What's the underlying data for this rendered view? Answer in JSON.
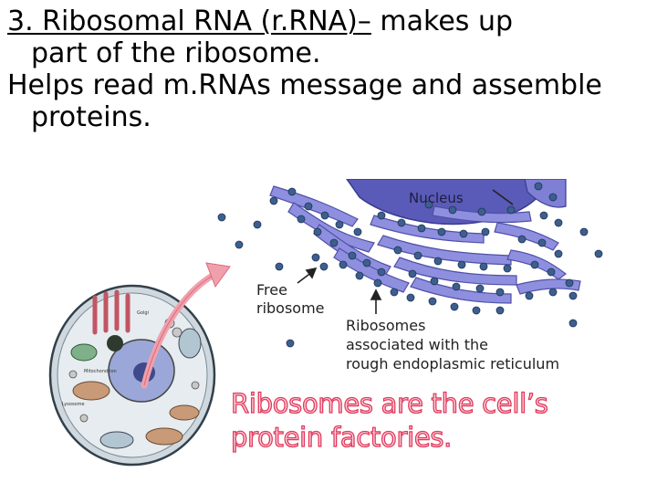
{
  "slide": {
    "heading_title": "3. Ribosomal RNA (r.RNA)–",
    "heading_rest": " makes up",
    "heading_line2": "part of the ribosome.",
    "body_line1": "Helps read m.RNAs message and assemble",
    "body_line2": "proteins."
  },
  "figure": {
    "nucleus_label": "Nucleus",
    "free_label": "Free ribosome",
    "free_label_line1": "Free",
    "free_label_line2": "ribosome",
    "assoc_label_line1": "Ribosomes",
    "assoc_label_line2": "associated with the",
    "assoc_label_line3": "rough endoplasmic reticulum",
    "caption_line1": "Ribosomes are the cell’s",
    "caption_line2": "protein factories.",
    "colors": {
      "er_fill": "#8f8fe0",
      "ribosome": "#3d5f8f",
      "arrow": "#f0a0ac",
      "caption_outline": "#e0395c",
      "caption_fill": "#fcd4dc"
    }
  }
}
